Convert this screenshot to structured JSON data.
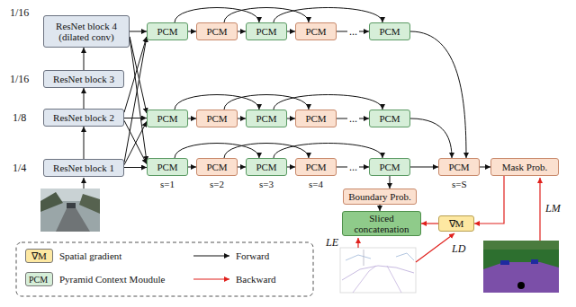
{
  "diagram": {
    "nodes": [
      {
        "text": [
          "ResNet block 4 (dilated conv)"
        ]
      },
      {
        "text": [
          "ResNet block 3"
        ]
      },
      {
        "text": [
          "ResNet block 2"
        ]
      },
      {
        "text": [
          "ResNet block 1"
        ]
      },
      {
        "text": [
          "PCM"
        ]
      },
      {
        "text": [
          "PCM"
        ]
      },
      {
        "text": [
          "PCM"
        ]
      },
      {
        "text": [
          "PCM"
        ]
      },
      {
        "text": [
          "PCM"
        ]
      },
      {
        "text": [
          "PCM"
        ]
      },
      {
        "text": [
          "PCM"
        ]
      },
      {
        "text": [
          "PCM"
        ]
      },
      {
        "text": [
          "PCM"
        ]
      },
      {
        "text": [
          "PCM"
        ]
      },
      {
        "text": [
          "PCM"
        ]
      },
      {
        "text": [
          "PCM"
        ]
      },
      {
        "text": [
          "PCM"
        ]
      },
      {
        "text": [
          "PCM"
        ]
      },
      {
        "text": [
          "PCM"
        ]
      },
      {
        "text": [
          "PCM"
        ]
      },
      {
        "text": [
          "Mask Prob."
        ]
      },
      {
        "text": [
          "Boundary Prob."
        ]
      },
      {
        "text": [
          "Sliced concatenation"
        ]
      },
      {
        "text": [
          "∇M"
        ]
      }
    ],
    "edges": [
      {
        "from": 3,
        "to": 2,
        "arrow": "to"
      },
      {
        "from": 2,
        "to": 1,
        "arrow": "to"
      },
      {
        "from": 1,
        "to": 0,
        "arrow": "to"
      },
      {
        "from": 0,
        "to": 4,
        "arrow": "to"
      },
      {
        "from": 0,
        "to": 9,
        "arrow": "to"
      },
      {
        "from": 0,
        "to": 14,
        "arrow": "to"
      },
      {
        "from": 2,
        "to": 4,
        "arrow": "to"
      },
      {
        "from": 2,
        "to": 9,
        "arrow": "to"
      },
      {
        "from": 2,
        "to": 14,
        "arrow": "to"
      },
      {
        "from": 3,
        "to": 4,
        "arrow": "to"
      },
      {
        "from": 3,
        "to": 9,
        "arrow": "to"
      },
      {
        "from": 3,
        "to": 14,
        "arrow": "to"
      },
      {
        "from": 4,
        "to": 5,
        "arrow": "to"
      },
      {
        "from": 5,
        "to": 6,
        "arrow": "to"
      },
      {
        "from": 6,
        "to": 7,
        "arrow": "to"
      },
      {
        "from": 7,
        "to": 8,
        "arrow": "to"
      },
      {
        "from": 4,
        "to": 6,
        "arrow": "to"
      },
      {
        "from": 5,
        "to": 7,
        "arrow": "to"
      },
      {
        "from": 6,
        "to": 8,
        "arrow": "to"
      },
      {
        "from": 9,
        "to": 10,
        "arrow": "to"
      },
      {
        "from": 10,
        "to": 11,
        "arrow": "to"
      },
      {
        "from": 11,
        "to": 12,
        "arrow": "to"
      },
      {
        "from": 12,
        "to": 13,
        "arrow": "to"
      },
      {
        "from": 9,
        "to": 11,
        "arrow": "to"
      },
      {
        "from": 10,
        "to": 12,
        "arrow": "to"
      },
      {
        "from": 11,
        "to": 13,
        "arrow": "to"
      },
      {
        "from": 14,
        "to": 15,
        "arrow": "to"
      },
      {
        "from": 15,
        "to": 16,
        "arrow": "to"
      },
      {
        "from": 16,
        "to": 17,
        "arrow": "to"
      },
      {
        "from": 17,
        "to": 18,
        "arrow": "to"
      },
      {
        "from": 14,
        "to": 16,
        "arrow": "to"
      },
      {
        "from": 15,
        "to": 17,
        "arrow": "to"
      },
      {
        "from": 16,
        "to": 18,
        "arrow": "to"
      },
      {
        "from": 8,
        "to": 19,
        "arrow": "to"
      },
      {
        "from": 13,
        "to": 19,
        "arrow": "to"
      },
      {
        "from": 18,
        "to": 19,
        "arrow": "to"
      },
      {
        "from": 18,
        "to": 21,
        "arrow": "to"
      },
      {
        "from": 19,
        "to": 20,
        "arrow": "to"
      },
      {
        "from": 21,
        "to": 22,
        "arrow": "to"
      },
      {
        "from": 20,
        "to": 23,
        "arrow": "to"
      },
      {
        "from": 23,
        "to": 22,
        "arrow": "to"
      }
    ],
    "labels": [
      "1/16",
      "1/16",
      "1/8",
      "1/4",
      "s=1",
      "s=2",
      "s=3",
      "s=4",
      "s=S",
      "...",
      "...",
      "...",
      "LE",
      "LD",
      "LM",
      "∇M",
      "PCM"
    ],
    "legend": [
      {
        "text": "Spatial gradient",
        "color": "#fde8a2"
      },
      {
        "text": "Forward"
      },
      {
        "text": "Pyramid Context Moudule",
        "color": "#d6eed8"
      },
      {
        "text": "Backward"
      }
    ]
  }
}
